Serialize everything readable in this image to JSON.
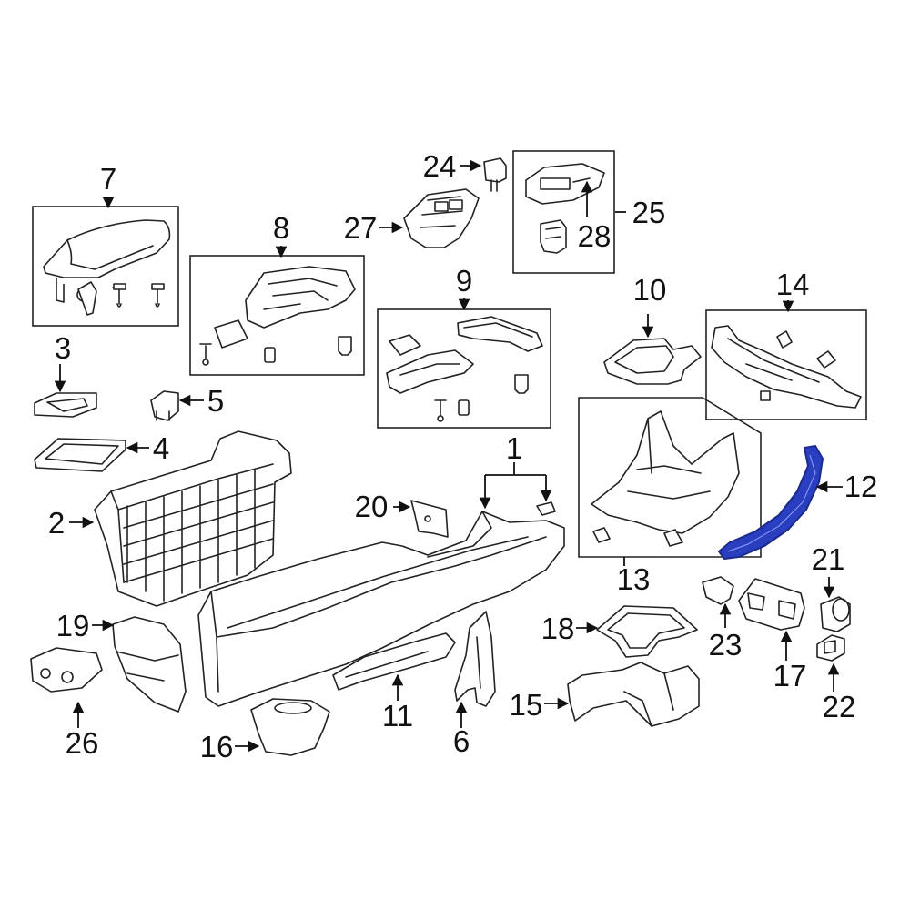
{
  "diagram": {
    "callouts": [
      {
        "id": "c1",
        "text": "1"
      },
      {
        "id": "c2",
        "text": "2"
      },
      {
        "id": "c3",
        "text": "3"
      },
      {
        "id": "c4",
        "text": "4"
      },
      {
        "id": "c5",
        "text": "5"
      },
      {
        "id": "c6",
        "text": "6"
      },
      {
        "id": "c7",
        "text": "7"
      },
      {
        "id": "c8",
        "text": "8"
      },
      {
        "id": "c9",
        "text": "9"
      },
      {
        "id": "c10",
        "text": "10"
      },
      {
        "id": "c11",
        "text": "11"
      },
      {
        "id": "c12",
        "text": "12"
      },
      {
        "id": "c13",
        "text": "13"
      },
      {
        "id": "c14",
        "text": "14"
      },
      {
        "id": "c15",
        "text": "15"
      },
      {
        "id": "c16",
        "text": "16"
      },
      {
        "id": "c17",
        "text": "17"
      },
      {
        "id": "c18",
        "text": "18"
      },
      {
        "id": "c19",
        "text": "19"
      },
      {
        "id": "c20",
        "text": "20"
      },
      {
        "id": "c21",
        "text": "21"
      },
      {
        "id": "c22",
        "text": "22"
      },
      {
        "id": "c23",
        "text": "23"
      },
      {
        "id": "c24",
        "text": "24"
      },
      {
        "id": "c25",
        "text": "25"
      },
      {
        "id": "c26",
        "text": "26"
      },
      {
        "id": "c27",
        "text": "27"
      },
      {
        "id": "c28",
        "text": "28"
      }
    ],
    "highlighted_part": "12",
    "colors": {
      "highlight_fill": "#2a3fbf",
      "highlight_stroke": "#1b2a8c",
      "line": "#222222",
      "background": "#ffffff"
    }
  }
}
